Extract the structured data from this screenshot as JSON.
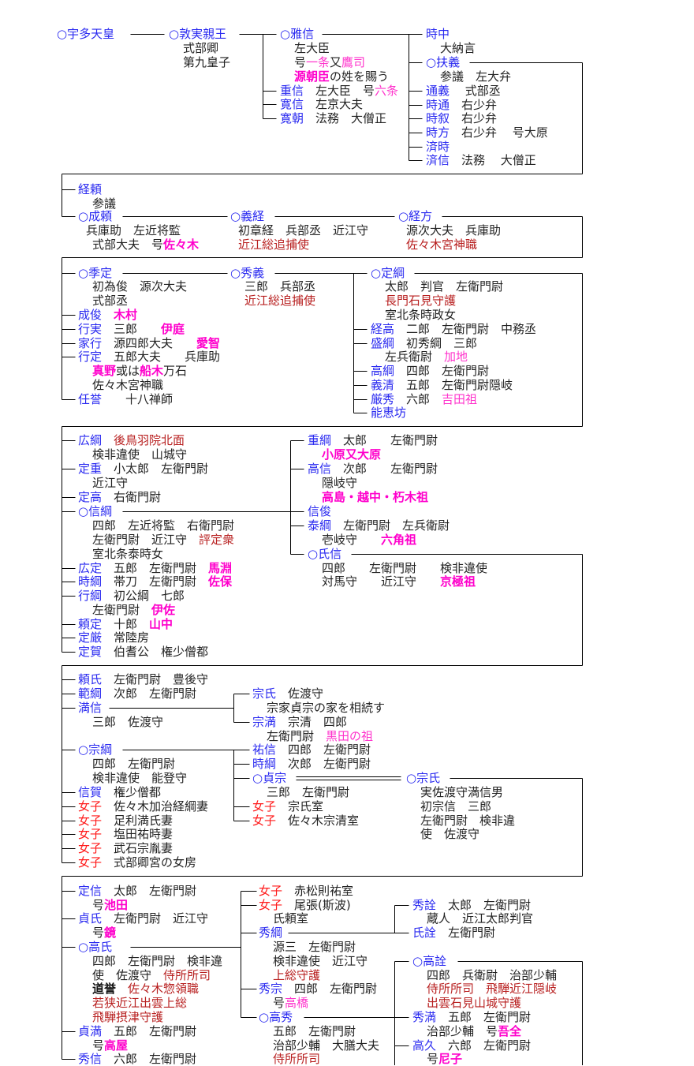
{
  "title": "宇多源氏 佐々木氏 系図",
  "styles": {
    "n": "#2a2af0",
    "k": "#222222",
    "p": "#ff00cc",
    "q": "#ff33cc",
    "r": "#b82020",
    "f": "#ff1a1a",
    "b": "#111111"
  },
  "lines": [
    [
      [
        "○宇多天皇",
        "n"
      ]
    ],
    [
      [
        "○敦実親王",
        "n"
      ]
    ],
    [
      [
        "式部卿",
        "k"
      ]
    ],
    [
      [
        "第九皇子",
        "k"
      ]
    ],
    [
      [
        "○雅信",
        "n"
      ]
    ],
    [
      [
        "左大臣",
        "k"
      ]
    ],
    [
      [
        "号",
        "k"
      ],
      [
        "一条",
        "q"
      ],
      [
        "又",
        "k"
      ],
      [
        "鷹司",
        "q"
      ]
    ],
    [
      [
        "源朝臣",
        "p"
      ],
      [
        "の姓を賜う",
        "k"
      ]
    ],
    [
      [
        "重信",
        "n"
      ],
      [
        "　左大臣　号",
        "k"
      ],
      [
        "六条",
        "q"
      ]
    ],
    [
      [
        "寛信",
        "n"
      ],
      [
        "　左京大夫",
        "k"
      ]
    ],
    [
      [
        "寛朝",
        "n"
      ],
      [
        "　法務　大僧正",
        "k"
      ]
    ],
    [
      [
        "時中",
        "n"
      ]
    ],
    [
      [
        "大納言",
        "k"
      ]
    ],
    [
      [
        "○扶義",
        "n"
      ]
    ],
    [
      [
        "参議　左大弁",
        "k"
      ]
    ],
    [
      [
        "通義",
        "n"
      ],
      [
        "　 式部丞",
        "k"
      ]
    ],
    [
      [
        "時通",
        "n"
      ],
      [
        "　右少弁",
        "k"
      ]
    ],
    [
      [
        "時叙",
        "n"
      ],
      [
        "　右少弁",
        "k"
      ]
    ],
    [
      [
        "時方",
        "n"
      ],
      [
        "　右少弁　 号大原",
        "k"
      ]
    ],
    [
      [
        "済時",
        "n"
      ]
    ],
    [
      [
        "済信",
        "n"
      ],
      [
        "　法務　 大僧正",
        "k"
      ]
    ],
    [
      [
        "経頼",
        "n"
      ]
    ],
    [
      [
        "参議",
        "k"
      ]
    ],
    [
      [
        "○成頼",
        "n"
      ]
    ],
    [
      [
        "兵庫助　左近将監",
        "k"
      ]
    ],
    [
      [
        "式部大夫　号",
        "k"
      ],
      [
        "佐々木",
        "p"
      ]
    ],
    [
      [
        "○義経",
        "n"
      ]
    ],
    [
      [
        "初章経　兵部丞　近江守",
        "k"
      ]
    ],
    [
      [
        "近江総追捕使",
        "r"
      ]
    ],
    [
      [
        "○経方",
        "n"
      ]
    ],
    [
      [
        "源次大夫　兵庫助",
        "k"
      ]
    ],
    [
      [
        "佐々木宮神職",
        "r"
      ]
    ],
    [
      [
        "○季定",
        "n"
      ]
    ],
    [
      [
        "初為俊　源次大夫",
        "k"
      ]
    ],
    [
      [
        "式部丞",
        "k"
      ]
    ],
    [
      [
        "成俊",
        "n"
      ],
      [
        "　",
        "k"
      ],
      [
        "木村",
        "p"
      ]
    ],
    [
      [
        "行実",
        "n"
      ],
      [
        "　三郎　　",
        "k"
      ],
      [
        "伊庭",
        "p"
      ]
    ],
    [
      [
        "家行",
        "n"
      ],
      [
        "　源四郎大夫　　",
        "k"
      ],
      [
        "愛智",
        "p"
      ]
    ],
    [
      [
        "行定",
        "n"
      ],
      [
        "　五郎大夫　　兵庫助",
        "k"
      ]
    ],
    [
      [
        "真野",
        "p"
      ],
      [
        "或は",
        "k"
      ],
      [
        "船木",
        "p"
      ],
      [
        "万石",
        "k"
      ]
    ],
    [
      [
        "佐々木宮神職",
        "k"
      ]
    ],
    [
      [
        "任誉",
        "n"
      ],
      [
        "　　十八禅師",
        "k"
      ]
    ],
    [
      [
        "○秀義",
        "n"
      ]
    ],
    [
      [
        "三郎　兵部丞",
        "k"
      ]
    ],
    [
      [
        "近江総追捕使",
        "r"
      ]
    ],
    [
      [
        "○定綱",
        "n"
      ]
    ],
    [
      [
        "太郎　判官　左衛門尉",
        "k"
      ]
    ],
    [
      [
        "長門石見守護",
        "r"
      ]
    ],
    [
      [
        "室北条時政女",
        "k"
      ]
    ],
    [
      [
        "経高",
        "n"
      ],
      [
        "　二郎　左衛門尉　中務丞",
        "k"
      ]
    ],
    [
      [
        "盛綱",
        "n"
      ],
      [
        "　初秀綱　三郎",
        "k"
      ]
    ],
    [
      [
        "左兵衛尉　",
        "k"
      ],
      [
        "加地",
        "q"
      ]
    ],
    [
      [
        "高綱",
        "n"
      ],
      [
        "　四郎　左衛門尉",
        "k"
      ]
    ],
    [
      [
        "義清",
        "n"
      ],
      [
        "　五郎　左衛門尉隠岐",
        "k"
      ]
    ],
    [
      [
        "厳秀",
        "n"
      ],
      [
        "　六郎　",
        "k"
      ],
      [
        "吉田祖",
        "q"
      ]
    ],
    [
      [
        "能恵坊",
        "n"
      ]
    ],
    [
      [
        "広綱",
        "n"
      ],
      [
        "　",
        "k"
      ],
      [
        "後鳥羽院北面",
        "r"
      ]
    ],
    [
      [
        "検非違使　山城守",
        "k"
      ]
    ],
    [
      [
        "定重",
        "n"
      ],
      [
        "　小太郎　左衛門尉",
        "k"
      ]
    ],
    [
      [
        "近江守",
        "k"
      ]
    ],
    [
      [
        "定高",
        "n"
      ],
      [
        "　右衛門尉",
        "k"
      ]
    ],
    [
      [
        "○信綱",
        "n"
      ]
    ],
    [
      [
        "四郎　左近将監　右衛門尉",
        "k"
      ]
    ],
    [
      [
        "左衛門尉　近江守　",
        "k"
      ],
      [
        "評定衆",
        "r"
      ]
    ],
    [
      [
        "室北条泰時女",
        "k"
      ]
    ],
    [
      [
        "広定",
        "n"
      ],
      [
        "　五郎　左衛門尉　",
        "k"
      ],
      [
        "馬淵",
        "p"
      ]
    ],
    [
      [
        "時綱",
        "n"
      ],
      [
        "　帯刀　左衛門尉　",
        "k"
      ],
      [
        "佐保",
        "p"
      ]
    ],
    [
      [
        "行綱",
        "n"
      ],
      [
        "　初公綱　七郎",
        "k"
      ]
    ],
    [
      [
        "左衛門尉　",
        "k"
      ],
      [
        "伊佐",
        "p"
      ]
    ],
    [
      [
        "頼定",
        "n"
      ],
      [
        "　十郎　",
        "k"
      ],
      [
        "山中",
        "p"
      ]
    ],
    [
      [
        "定厳",
        "n"
      ],
      [
        "　常陸房",
        "k"
      ]
    ],
    [
      [
        "定賀",
        "n"
      ],
      [
        "　伯耆公　権少僧都",
        "k"
      ]
    ],
    [
      [
        "重綱",
        "n"
      ],
      [
        "　太郎　　左衛門尉",
        "k"
      ]
    ],
    [
      [
        "小原又大原",
        "p"
      ]
    ],
    [
      [
        "高信",
        "n"
      ],
      [
        "　次郎　　左衛門尉",
        "k"
      ]
    ],
    [
      [
        "隠岐守",
        "k"
      ]
    ],
    [
      [
        "高島・越中・朽木祖",
        "p"
      ]
    ],
    [
      [
        "信俊",
        "n"
      ]
    ],
    [
      [
        "泰綱",
        "n"
      ],
      [
        "　左衛門尉　左兵衛尉",
        "k"
      ]
    ],
    [
      [
        "壱岐守　　",
        "k"
      ],
      [
        "六角祖",
        "p"
      ]
    ],
    [
      [
        "○氏信",
        "n"
      ]
    ],
    [
      [
        "四郎　　左衛門尉　　検非違使",
        "k"
      ]
    ],
    [
      [
        "対馬守　　近江守　　",
        "k"
      ],
      [
        "京極祖",
        "p"
      ]
    ],
    [
      [
        "頼氏",
        "n"
      ],
      [
        "　左衛門尉　豊後守",
        "k"
      ]
    ],
    [
      [
        "範綱",
        "n"
      ],
      [
        "　次郎　左衛門尉",
        "k"
      ]
    ],
    [
      [
        "満信",
        "n"
      ]
    ],
    [
      [
        "三郎　佐渡守",
        "k"
      ]
    ],
    [
      [
        "○宗綱",
        "n"
      ]
    ],
    [
      [
        "四郎　左衛門尉",
        "k"
      ]
    ],
    [
      [
        "検非違使　能登守",
        "k"
      ]
    ],
    [
      [
        "信賀",
        "n"
      ],
      [
        "　権少僧都",
        "k"
      ]
    ],
    [
      [
        "女子",
        "f"
      ],
      [
        "　佐々木加治経綱妻",
        "k"
      ]
    ],
    [
      [
        "女子",
        "f"
      ],
      [
        "　足利満氏妻",
        "k"
      ]
    ],
    [
      [
        "女子",
        "f"
      ],
      [
        "　塩田祐時妻",
        "k"
      ]
    ],
    [
      [
        "女子",
        "f"
      ],
      [
        "　武石宗胤妻",
        "k"
      ]
    ],
    [
      [
        "女子",
        "f"
      ],
      [
        "　式部卿宮の女房",
        "k"
      ]
    ],
    [
      [
        "宗氏",
        "n"
      ],
      [
        "　佐渡守",
        "k"
      ]
    ],
    [
      [
        "宗家貞宗の家を相続す",
        "k"
      ]
    ],
    [
      [
        "宗満",
        "n"
      ],
      [
        "　宗清　四郎",
        "k"
      ]
    ],
    [
      [
        "左衛門尉　",
        "k"
      ],
      [
        "黒田の祖",
        "q"
      ]
    ],
    [
      [
        "祐信",
        "n"
      ],
      [
        "　四郎　左衛門尉",
        "k"
      ]
    ],
    [
      [
        "時綱",
        "n"
      ],
      [
        "　次郎　左衛門尉",
        "k"
      ]
    ],
    [
      [
        "○貞宗",
        "n"
      ]
    ],
    [
      [
        "三郎　左衛門尉",
        "k"
      ]
    ],
    [
      [
        "女子",
        "f"
      ],
      [
        "　宗氏室",
        "k"
      ]
    ],
    [
      [
        "女子",
        "f"
      ],
      [
        "　佐々木宗清室",
        "k"
      ]
    ],
    [
      [
        "○宗氏",
        "n"
      ]
    ],
    [
      [
        "実佐渡守満信男",
        "k"
      ]
    ],
    [
      [
        "初宗信　三郎",
        "k"
      ]
    ],
    [
      [
        "左衛門尉　検非違",
        "k"
      ]
    ],
    [
      [
        "使　佐渡守",
        "k"
      ]
    ],
    [
      [
        "定信",
        "n"
      ],
      [
        "　太郎　左衛門尉",
        "k"
      ]
    ],
    [
      [
        "号",
        "k"
      ],
      [
        "池田",
        "p"
      ]
    ],
    [
      [
        "貞氏",
        "n"
      ],
      [
        "　左衛門尉　近江守",
        "k"
      ]
    ],
    [
      [
        "号",
        "k"
      ],
      [
        "鏡",
        "p"
      ]
    ],
    [
      [
        "○高氏",
        "n"
      ]
    ],
    [
      [
        "四郎　左衛門尉　検非違",
        "k"
      ]
    ],
    [
      [
        "使　佐渡守　",
        "k"
      ],
      [
        "侍所所司",
        "r"
      ]
    ],
    [
      [
        "道誉",
        "b"
      ],
      [
        "　",
        "k"
      ],
      [
        "佐々木惣領職",
        "r"
      ]
    ],
    [
      [
        "若狭近江出雲上総",
        "r"
      ]
    ],
    [
      [
        "飛騨摂津守護",
        "r"
      ]
    ],
    [
      [
        "貞満",
        "n"
      ],
      [
        "　五郎　左衛門尉",
        "k"
      ]
    ],
    [
      [
        "号",
        "k"
      ],
      [
        "高屋",
        "p"
      ]
    ],
    [
      [
        "秀信",
        "n"
      ],
      [
        "　六郎　左衛門尉",
        "k"
      ]
    ],
    [
      [
        "女子",
        "f"
      ],
      [
        "　赤松則祐室",
        "k"
      ]
    ],
    [
      [
        "女子",
        "f"
      ],
      [
        "　尾張(斯波)",
        "k"
      ]
    ],
    [
      [
        "氏頼室",
        "k"
      ]
    ],
    [
      [
        "秀綱",
        "n"
      ]
    ],
    [
      [
        "源三　左衛門尉",
        "k"
      ]
    ],
    [
      [
        "検非違使　近江守",
        "k"
      ]
    ],
    [
      [
        "上総守護",
        "r"
      ]
    ],
    [
      [
        "秀宗",
        "n"
      ],
      [
        "　四郎　左衛門尉",
        "k"
      ]
    ],
    [
      [
        "号",
        "k"
      ],
      [
        "高橋",
        "q"
      ]
    ],
    [
      [
        "○高秀",
        "n"
      ]
    ],
    [
      [
        "五郎　左衛門尉",
        "k"
      ]
    ],
    [
      [
        "治部少輔　大膳大夫",
        "k"
      ]
    ],
    [
      [
        "侍所所司",
        "r"
      ]
    ],
    [
      [
        "秀詮",
        "n"
      ],
      [
        "　太郎　左衛門尉",
        "k"
      ]
    ],
    [
      [
        "蔵人　近江太郎判官",
        "k"
      ]
    ],
    [
      [
        "氏詮",
        "n"
      ],
      [
        "　左衛門尉",
        "k"
      ]
    ],
    [
      [
        "○高詮",
        "n"
      ]
    ],
    [
      [
        "四郎　兵衛尉　治部少輔",
        "k"
      ]
    ],
    [
      [
        "侍所所司　飛騨近江隠岐",
        "r"
      ]
    ],
    [
      [
        "出雲石見山城守護",
        "r"
      ]
    ],
    [
      [
        "秀満",
        "n"
      ],
      [
        "　五郎　左衛門尉",
        "k"
      ]
    ],
    [
      [
        "治部少輔　号",
        "k"
      ],
      [
        "吾全",
        "p"
      ]
    ],
    [
      [
        "高久",
        "n"
      ],
      [
        "　六郎　左衛門尉",
        "k"
      ]
    ],
    [
      [
        "号",
        "k"
      ],
      [
        "尼子",
        "p"
      ]
    ]
  ]
}
